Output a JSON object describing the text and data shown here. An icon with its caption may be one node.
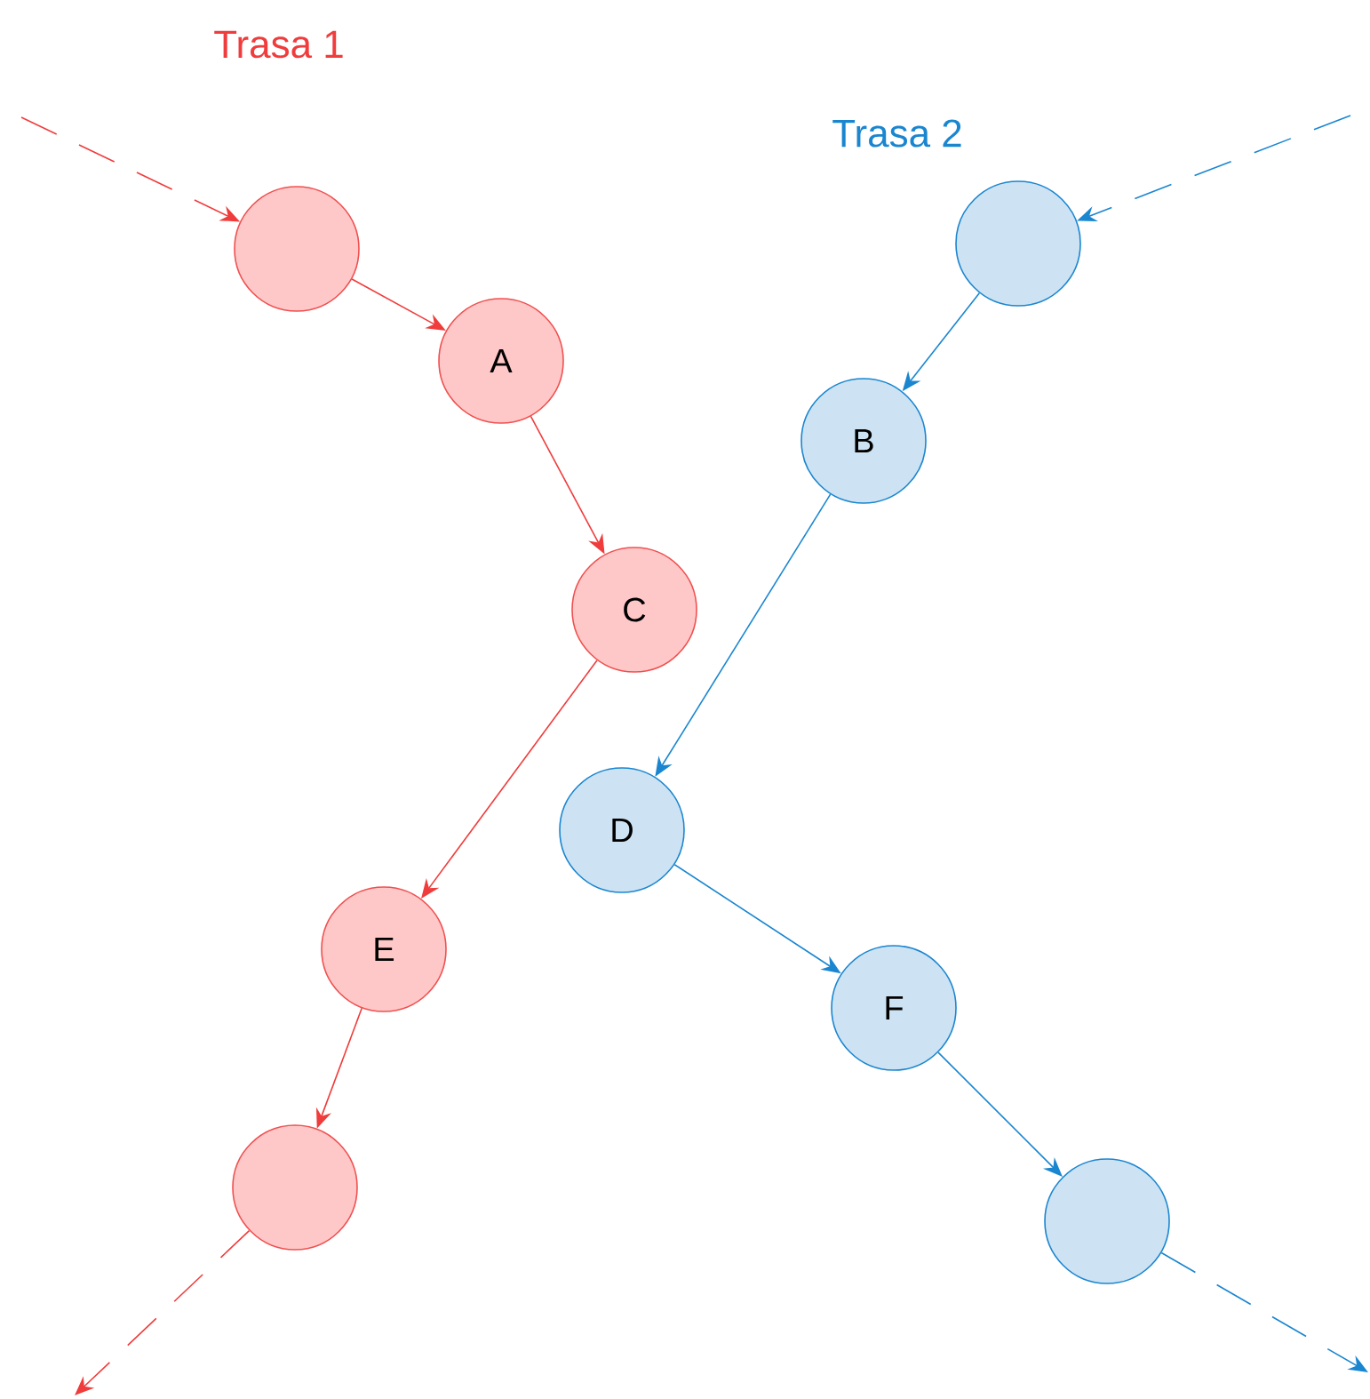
{
  "diagram": {
    "nodes": [
      {
        "text": [],
        "shape": "circle"
      },
      {
        "text": [
          "A"
        ]
      },
      {
        "text": [
          "C"
        ]
      },
      {
        "text": [
          "E"
        ]
      },
      {
        "text": [],
        "shape": "circle"
      },
      {
        "text": [],
        "shape": "circle"
      },
      {
        "text": [
          "B"
        ]
      },
      {
        "text": [
          "D"
        ]
      },
      {
        "text": [
          "F"
        ]
      },
      {
        "text": [],
        "shape": "circle"
      }
    ],
    "edges": [
      {
        "from": null,
        "to": 0,
        "arrow": "to",
        "style": "dashed",
        "color": "#f03c3c"
      },
      {
        "from": 0,
        "to": 1,
        "arrow": "to",
        "color": "#f03c3c"
      },
      {
        "from": 1,
        "to": 2,
        "arrow": "to",
        "color": "#f03c3c"
      },
      {
        "from": 2,
        "to": 3,
        "arrow": "to",
        "color": "#f03c3c"
      },
      {
        "from": 3,
        "to": 4,
        "arrow": "to",
        "color": "#f03c3c"
      },
      {
        "from": 4,
        "to": null,
        "arrow": "to",
        "style": "dashed",
        "color": "#f03c3c"
      },
      {
        "from": null,
        "to": 5,
        "arrow": "to",
        "style": "dashed",
        "color": "#1a86d0"
      },
      {
        "from": 5,
        "to": 6,
        "arrow": "to",
        "color": "#1a86d0"
      },
      {
        "from": 6,
        "to": 7,
        "arrow": "to",
        "color": "#1a86d0"
      },
      {
        "from": 7,
        "to": 8,
        "arrow": "to",
        "color": "#1a86d0"
      },
      {
        "from": 8,
        "to": 9,
        "arrow": "to",
        "color": "#1a86d0"
      },
      {
        "from": 9,
        "to": null,
        "arrow": "to",
        "style": "dashed",
        "color": "#1a86d0"
      }
    ],
    "labels": [
      "Trasa 1",
      "Trasa 2"
    ]
  }
}
